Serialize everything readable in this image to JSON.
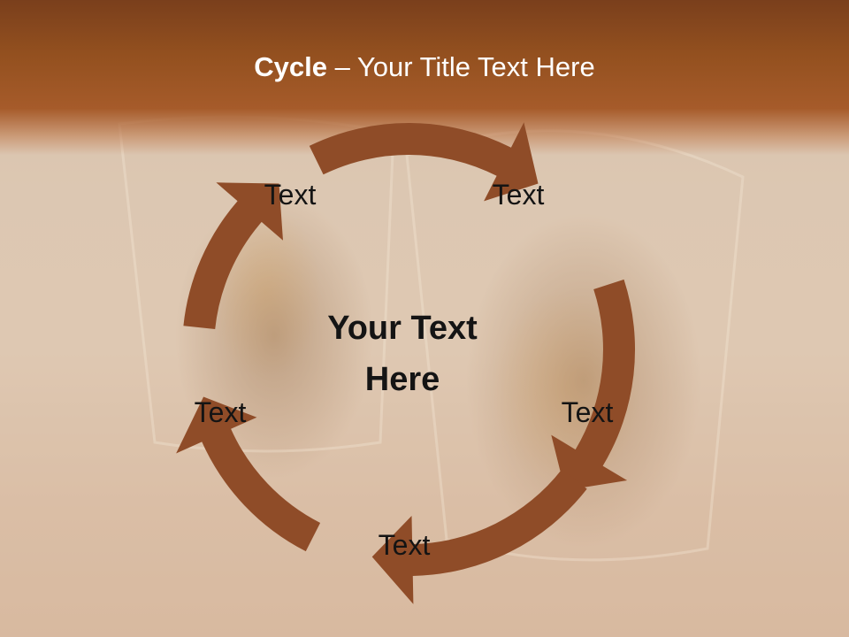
{
  "slide": {
    "title_bold": "Cycle",
    "title_rest": " – Your Title Text Here",
    "center_text": "Your Text\nHere",
    "nodes": [
      {
        "label": "Text"
      },
      {
        "label": "Text"
      },
      {
        "label": "Text"
      },
      {
        "label": "Text"
      },
      {
        "label": "Text"
      }
    ]
  },
  "colors": {
    "title_band": "#93501f",
    "arrow": "#8f4c28",
    "title_text": "#ffffff",
    "body_text": "#141414"
  }
}
